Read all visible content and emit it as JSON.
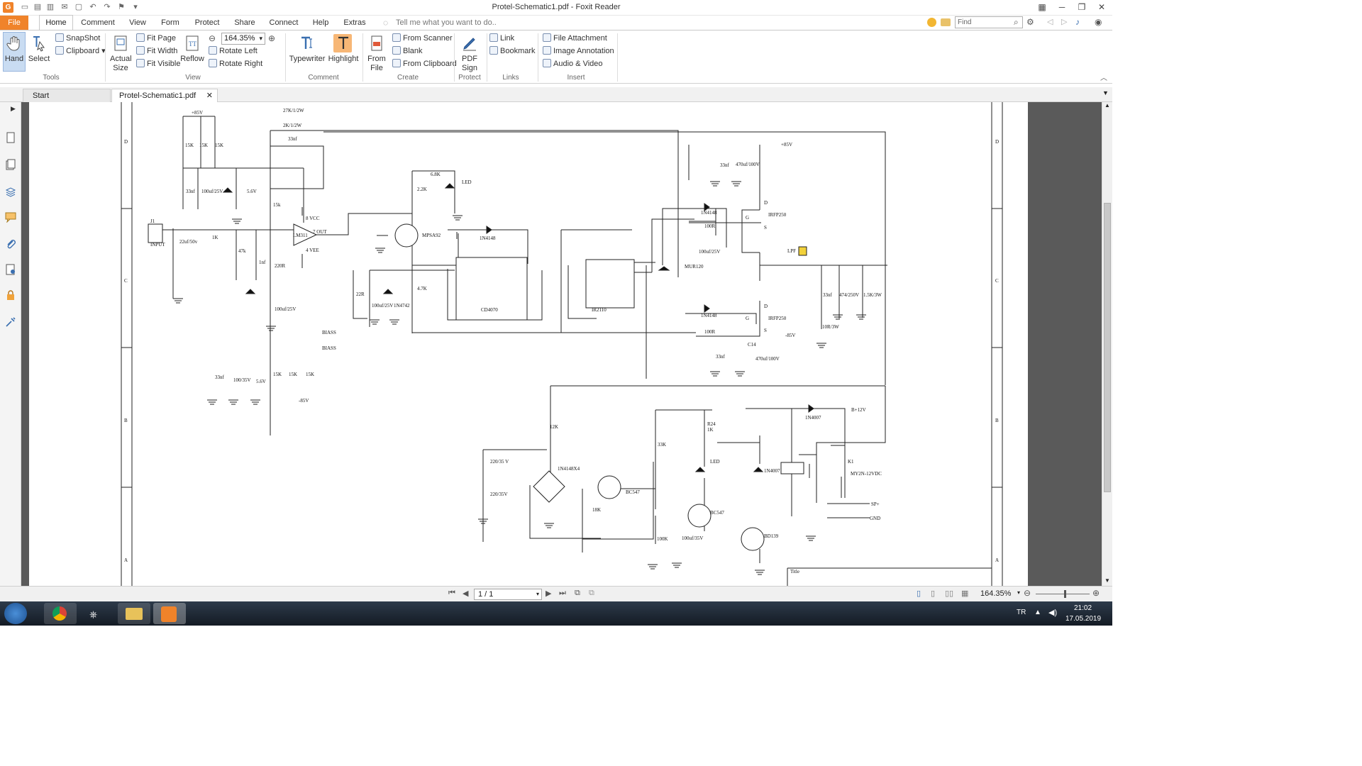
{
  "window": {
    "title": "Protel-Schematic1.pdf - Foxit Reader"
  },
  "ribbon_tabs": [
    "File",
    "Home",
    "Comment",
    "View",
    "Form",
    "Protect",
    "Share",
    "Connect",
    "Help",
    "Extras"
  ],
  "tell_me_placeholder": "Tell me what you want to do..",
  "find_placeholder": "Find",
  "ribbon": {
    "tools": {
      "hand": "Hand",
      "select": "Select",
      "snapshot": "SnapShot",
      "clipboard": "Clipboard",
      "group": "Tools"
    },
    "view": {
      "actual_size": "Actual Size",
      "fit_page": "Fit Page",
      "fit_width": "Fit Width",
      "fit_visible": "Fit Visible",
      "reflow": "Reflow",
      "zoom": "164.35%",
      "rotate_left": "Rotate Left",
      "rotate_right": "Rotate Right",
      "group": "View"
    },
    "comment": {
      "typewriter": "Typewriter",
      "highlight": "Highlight",
      "group": "Comment"
    },
    "create": {
      "from_file": "From File",
      "from_scanner": "From Scanner",
      "blank": "Blank",
      "from_clipboard": "From Clipboard",
      "group": "Create"
    },
    "protect": {
      "pdf_sign": "PDF Sign",
      "group": "Protect"
    },
    "links": {
      "link": "Link",
      "bookmark": "Bookmark",
      "group": "Links"
    },
    "insert": {
      "file_attachment": "File Attachment",
      "image_annotation": "Image Annotation",
      "audio_video": "Audio & Video",
      "group": "Insert"
    }
  },
  "doc_tabs": [
    {
      "label": "Start"
    },
    {
      "label": "Protel-Schematic1.pdf"
    }
  ],
  "schematic": {
    "zone_letters": [
      "D",
      "C",
      "B",
      "A"
    ],
    "title_block": "Title",
    "labels": {
      "p85v_top": "+85V",
      "r27k": "27K/1/2W",
      "r2k": "2K/1/2W",
      "c33nf_fb": "33nf",
      "r15k_a": "15K",
      "r15k_b": "15K",
      "r15k_c": "15K",
      "c33nf_a": "33nf",
      "c100uf_a": "100uf/25V",
      "z56_a": "5.6V",
      "r15k_d": "15k",
      "r68k": "6.8K",
      "led1": "LED",
      "r22k": "2.2K",
      "j1": "J1",
      "input": "INPUT",
      "c22uf": "22uf/50v",
      "r1k": "1K",
      "r47k": "47k",
      "c1nf": "1nf",
      "r220": "220R",
      "c100uf_b": "100uf/25V",
      "lm311": "LM311",
      "vcc8": "8 VCC",
      "out7": "7 OUT",
      "vee4": "4 VEE",
      "mpsa92": "MPSA92",
      "r47kb": "4.7K",
      "d1n4148a": "1N4148",
      "r22r": "22R",
      "c100uf_c": "100uf/25V",
      "z4742": "1N4742",
      "cd4070": "CD4070",
      "ir2110": "IR2110",
      "biass1": "BIASS",
      "biass2": "BIASS",
      "c33nf_b": "33nf",
      "c100uf35": "100/35V",
      "z56_b": "5.6V",
      "r15k_e": "15K",
      "r15k_f": "15K",
      "r15k_g": "15K",
      "m85v_bot": "-85V",
      "p85v_r": "+85V",
      "c33nf_c": "33nf",
      "c470uf_a": "470uf/100V",
      "d1n4148b": "1N4148",
      "r100r_a": "100R",
      "irfp250a": "IRFP250",
      "c100uf_d": "100uf/25V",
      "mur120": "MUR120",
      "lpf": "LPF",
      "c33nf_d": "33nf",
      "c474": "474/250V",
      "r15k3w": "1.5K/3W",
      "r10r3w": "10R/3W",
      "d1n4148c": "1N4148",
      "r100r_b": "100R",
      "irfp250b": "IRFP250",
      "m85v_r": "-85V",
      "c14": "C14",
      "c33nf_e": "33nf",
      "c470uf_b": "470uf/100V",
      "gs_d1": "D",
      "gs_g1": "G",
      "gs_s1": "S",
      "gs_d2": "D",
      "gs_g2": "G",
      "gs_s2": "S",
      "r12k": "12K",
      "c220a": "220/35 V",
      "c220b": "220/35V",
      "bridge": "1N4148X4",
      "r18k": "18K",
      "bc547a": "BC547",
      "r33k": "33K",
      "r24": "R24",
      "r24v": "1K",
      "led2": "LED",
      "d4007a": "1N4007",
      "d4007b": "1N4007",
      "b12v": "B+12V",
      "k1": "K1",
      "relay": "MY2N-12VDC",
      "sp": "SP+",
      "gnd": "GND",
      "bc547b": "BC547",
      "bd139": "BD139",
      "r100k": "100K",
      "c100uf35b": "100uf/35V"
    }
  },
  "statusbar": {
    "page": "1 / 1",
    "zoom": "164.35%"
  },
  "taskbar": {
    "lang": "TR",
    "time": "21:02",
    "date": "17.05.2019"
  }
}
